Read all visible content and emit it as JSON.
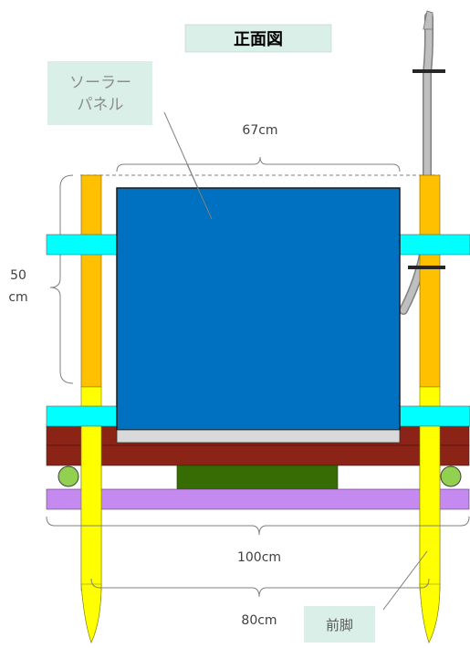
{
  "title": "正面図",
  "labels": {
    "solar_panel_line1": "ソーラー",
    "solar_panel_line2": "パネル",
    "front_leg": "前脚"
  },
  "dimensions": {
    "panel_width": "67cm",
    "panel_height_value": "50",
    "panel_height_unit": "cm",
    "outer_width": "100cm",
    "leg_span": "80cm"
  },
  "colors": {
    "panel": "#0070c0",
    "panel_edge": "#1a1a1a",
    "panel_base": "#d9d9d9",
    "bracket": "#00ffff",
    "post_upper": "#ffc000",
    "post_lower": "#ffff00",
    "crossbeam": "#8b2317",
    "base_plate": "#c58af0",
    "center_block": "#376b04",
    "wheel": "#92d050",
    "cable": "#a6a6a6",
    "label_bg": "#dbefe9"
  }
}
